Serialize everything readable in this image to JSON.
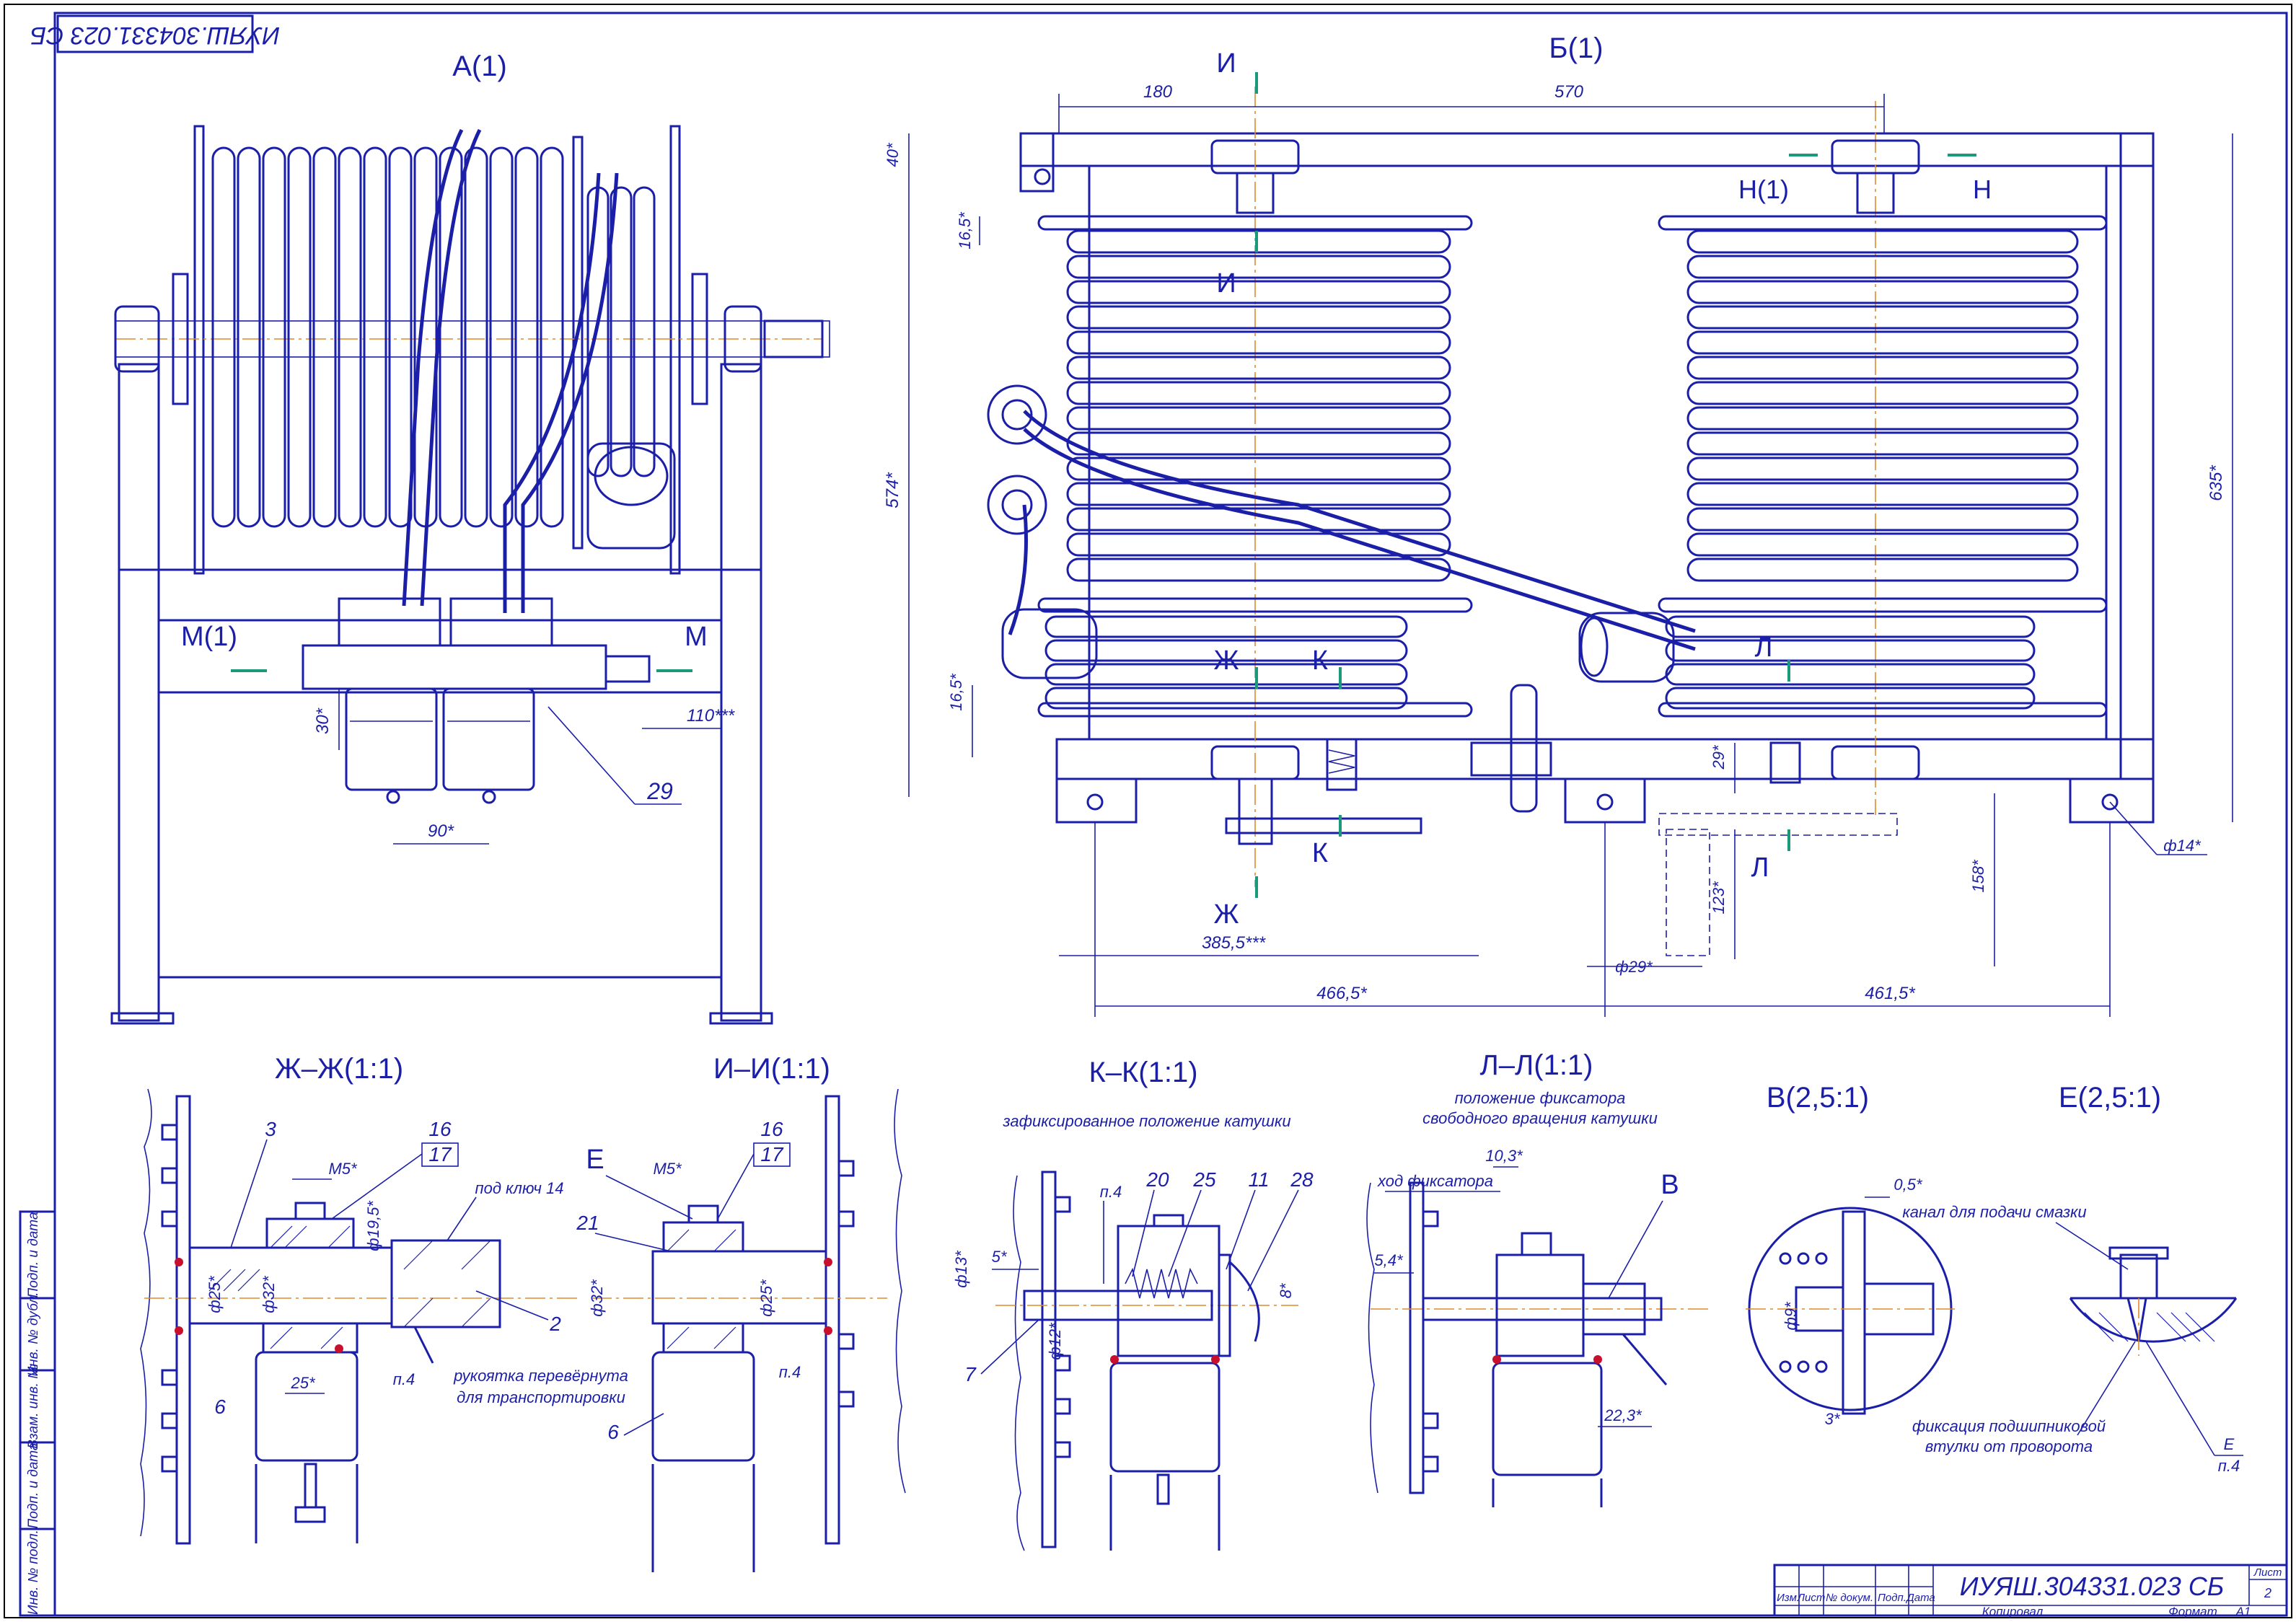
{
  "drawing": {
    "doc_number": "ИУЯШ.304331.023 СБ",
    "doc_number_rotated": "ИУЯШ.304331.023 СБ",
    "sheet_label": "Лист",
    "sheet_number": "2",
    "copied_label": "Копировал",
    "format_label": "Формат",
    "format_value": "А1",
    "revision_columns": [
      "Изм",
      "Лист",
      "№ докум.",
      "Подп.",
      "Дата"
    ],
    "side_stamp": [
      "Подп. и дата",
      "Инв. № дубл.",
      "Взам. инв. №",
      "Подп. и дата",
      "Инв. № подл."
    ]
  },
  "views": {
    "a": {
      "title": "А(1)",
      "cut_left": "М(1)",
      "cut_right": "М",
      "dims": {
        "d30": "30*",
        "d90": "90*",
        "d110": "110***"
      },
      "callout_29": "29"
    },
    "b": {
      "title": "Б(1)",
      "dims": {
        "d180": "180",
        "d570": "570",
        "d40": "40*",
        "d16_5a": "16,5*",
        "d574": "574*",
        "d635": "635*",
        "d16_5b": "16,5*",
        "d29": "29*",
        "d123": "123*",
        "d158": "158*",
        "d385": "385,5***",
        "d466": "466,5*",
        "d461": "461,5*",
        "d_phi29": "ф29*",
        "d_phi14": "ф14*"
      },
      "markers": {
        "i_top": "И",
        "i_mid": "И",
        "n1": "Н(1)",
        "n": "Н",
        "zh_top": "Ж",
        "k_top": "К",
        "k_bot": "К",
        "zh_bot": "Ж",
        "l_top": "Л",
        "l_bot": "Л"
      }
    },
    "zh": {
      "title": "Ж–Ж(1:1)",
      "labels": [
        "3",
        "16",
        "17",
        "М5*",
        "ф19,5*",
        "под ключ 14",
        "ф25*",
        "ф32*",
        "2",
        "25*",
        "п.4",
        "6"
      ],
      "note": [
        "рукоятка перевёрнута",
        "для транспортировки"
      ]
    },
    "i": {
      "title": "И–И(1:1)",
      "labels": [
        "Е",
        "16",
        "17",
        "М5*",
        "21",
        "ф32*",
        "ф25*",
        "п.4",
        "6"
      ]
    },
    "k": {
      "title": "К–К(1:1)",
      "subtitle": "зафиксированное положение катушки",
      "labels": [
        "п.4",
        "20",
        "25",
        "11",
        "28",
        "ф13*",
        "5*",
        "8*",
        "ф12*",
        "7"
      ]
    },
    "l": {
      "title": "Л–Л(1:1)",
      "subtitle": [
        "положение фиксатора",
        "свободного вращения катушки"
      ],
      "labels": [
        "10,3*",
        "ход фиксатора",
        "В",
        "5,4*",
        "22,3*"
      ]
    },
    "v": {
      "title": "В(2,5:1)",
      "labels": [
        "ф9*",
        "3*",
        "0,5*"
      ]
    },
    "e": {
      "title": "Е(2,5:1)",
      "labels": [
        "канал для подачи смазки",
        "Е",
        "п.4"
      ],
      "note": [
        "фиксация подшипниковой",
        "втулки от проворота"
      ]
    }
  },
  "colors": {
    "line": "#1b1fa8",
    "axis": "#e08a2a",
    "cut_marker": "#1a9a7a",
    "background": "#ffffff"
  }
}
